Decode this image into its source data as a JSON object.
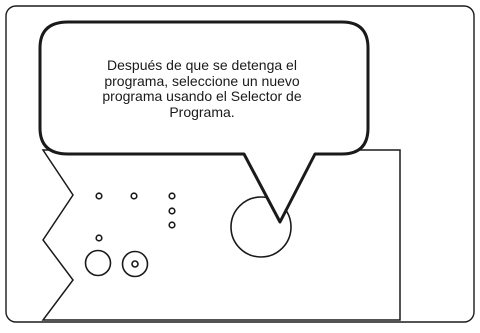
{
  "callout": {
    "lines": [
      "Después de que se detenga el",
      "programa, seleccione un nuevo",
      "programa usando el Selector de",
      "Programa."
    ]
  },
  "colors": {
    "stroke": "#1a1a1a",
    "background": "#ffffff"
  },
  "icons": {
    "knob": "program-selector-knob-icon",
    "indicators": "indicator-dot-icon",
    "buttons": "round-button-icon"
  }
}
